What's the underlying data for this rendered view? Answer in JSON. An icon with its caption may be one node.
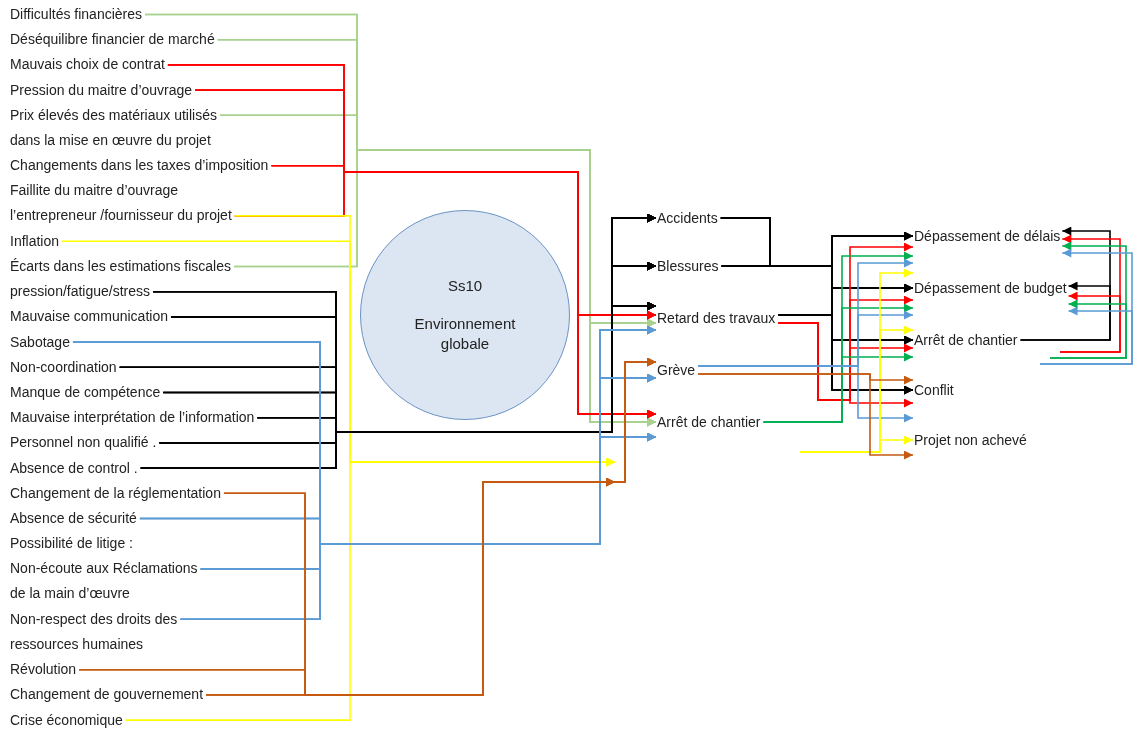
{
  "diagram": {
    "nodes": [
      {
        "text": [
          "Difficultés financières"
        ]
      },
      {
        "text": [
          "Déséquilibre financier de marché"
        ]
      },
      {
        "text": [
          "Mauvais choix de contrat"
        ]
      },
      {
        "text": [
          "Pression du maitre d’ouvrage"
        ]
      },
      {
        "text": [
          "Prix élevés des matériaux utilisés dans la mise en œuvre du projet"
        ]
      },
      {
        "text": [
          "Changements dans les taxes d’imposition"
        ]
      },
      {
        "text": [
          "Faillite du maitre d’ouvrage l’entrepreneur /fournisseur du projet"
        ]
      },
      {
        "text": [
          "Inflation"
        ]
      },
      {
        "text": [
          "Écarts dans les estimations fiscales"
        ]
      },
      {
        "text": [
          "pression/fatigue/stress"
        ]
      },
      {
        "text": [
          "Mauvaise communication"
        ]
      },
      {
        "text": [
          "Sabotage"
        ]
      },
      {
        "text": [
          "Non-coordination"
        ]
      },
      {
        "text": [
          "Manque de compétence"
        ]
      },
      {
        "text": [
          "Mauvaise interprétation de l’information"
        ]
      },
      {
        "text": [
          "Personnel non qualifié ."
        ]
      },
      {
        "text": [
          "Absence de control ."
        ]
      },
      {
        "text": [
          "Changement de la réglementation"
        ]
      },
      {
        "text": [
          "Absence de sécurité"
        ]
      },
      {
        "text": [
          "Possibilité de litige :"
        ]
      },
      {
        "text": [
          "Non-écoute aux Réclamations de la main d’œuvre"
        ]
      },
      {
        "text": [
          "Non-respect des droits des ressources humaines"
        ]
      },
      {
        "text": [
          "Révolution"
        ]
      },
      {
        "text": [
          "Changement de gouvernement"
        ]
      },
      {
        "text": [
          "Crise économique"
        ]
      },
      {
        "text": [
          "Ss10",
          "Environnement globale"
        ]
      },
      {
        "text": [
          "Accidents"
        ]
      },
      {
        "text": [
          "Blessures"
        ]
      },
      {
        "text": [
          "Retard des travaux"
        ]
      },
      {
        "text": [
          "Grève"
        ]
      },
      {
        "text": [
          "Arrêt de chantier"
        ]
      },
      {
        "text": [
          "Dépassement de délais"
        ]
      },
      {
        "text": [
          "Dépassement de budget"
        ]
      },
      {
        "text": [
          "Arrêt de chantier"
        ]
      },
      {
        "text": [
          "Conflit"
        ]
      },
      {
        "text": [
          "Projet non achevé"
        ]
      }
    ],
    "edges": [
      {
        "from": 0,
        "to": 28,
        "arrow": "to",
        "color": "#a9d18e"
      },
      {
        "from": 0,
        "to": 30,
        "arrow": "to",
        "color": "#a9d18e"
      },
      {
        "from": 1,
        "to": 28,
        "arrow": "to",
        "color": "#a9d18e"
      },
      {
        "from": 1,
        "to": 30,
        "arrow": "to",
        "color": "#a9d18e"
      },
      {
        "from": 4,
        "to": 28,
        "arrow": "to",
        "color": "#a9d18e"
      },
      {
        "from": 4,
        "to": 30,
        "arrow": "to",
        "color": "#a9d18e"
      },
      {
        "from": 8,
        "to": 28,
        "arrow": "to",
        "color": "#a9d18e"
      },
      {
        "from": 8,
        "to": 30,
        "arrow": "to",
        "color": "#a9d18e"
      },
      {
        "from": 2,
        "to": 28,
        "arrow": "to",
        "color": "#ff0000"
      },
      {
        "from": 2,
        "to": 30,
        "arrow": "to",
        "color": "#ff0000"
      },
      {
        "from": 3,
        "to": 28,
        "arrow": "to",
        "color": "#ff0000"
      },
      {
        "from": 3,
        "to": 30,
        "arrow": "to",
        "color": "#ff0000"
      },
      {
        "from": 5,
        "to": 28,
        "arrow": "to",
        "color": "#ff0000"
      },
      {
        "from": 5,
        "to": 30,
        "arrow": "to",
        "color": "#ff0000"
      },
      {
        "from": 6,
        "to": 28,
        "arrow": "to",
        "color": "#ff0000"
      },
      {
        "from": 6,
        "to": 30,
        "arrow": "to",
        "color": "#ff0000"
      },
      {
        "from": 6,
        "to": null,
        "arrow": "to",
        "color": "#ffff00"
      },
      {
        "from": 7,
        "to": null,
        "arrow": "to",
        "color": "#ffff00"
      },
      {
        "from": 24,
        "to": null,
        "arrow": "to",
        "color": "#ffff00"
      },
      {
        "from": 9,
        "to": 26,
        "arrow": "to"
      },
      {
        "from": 9,
        "to": 27,
        "arrow": "to"
      },
      {
        "from": 9,
        "to": 28,
        "arrow": "to"
      },
      {
        "from": 10,
        "to": 26,
        "arrow": "to"
      },
      {
        "from": 10,
        "to": 27,
        "arrow": "to"
      },
      {
        "from": 10,
        "to": 28,
        "arrow": "to"
      },
      {
        "from": 12,
        "to": 26,
        "arrow": "to"
      },
      {
        "from": 12,
        "to": 27,
        "arrow": "to"
      },
      {
        "from": 12,
        "to": 28,
        "arrow": "to"
      },
      {
        "from": 13,
        "to": 26,
        "arrow": "to"
      },
      {
        "from": 13,
        "to": 27,
        "arrow": "to"
      },
      {
        "from": 13,
        "to": 28,
        "arrow": "to"
      },
      {
        "from": 14,
        "to": 26,
        "arrow": "to"
      },
      {
        "from": 14,
        "to": 27,
        "arrow": "to"
      },
      {
        "from": 14,
        "to": 28,
        "arrow": "to"
      },
      {
        "from": 15,
        "to": 26,
        "arrow": "to"
      },
      {
        "from": 15,
        "to": 27,
        "arrow": "to"
      },
      {
        "from": 15,
        "to": 28,
        "arrow": "to"
      },
      {
        "from": 16,
        "to": 26,
        "arrow": "to"
      },
      {
        "from": 16,
        "to": 27,
        "arrow": "to"
      },
      {
        "from": 16,
        "to": 28,
        "arrow": "to"
      },
      {
        "from": 11,
        "to": 28,
        "arrow": "to",
        "color": "#5b9bd5"
      },
      {
        "from": 11,
        "to": 29,
        "arrow": "to",
        "color": "#5b9bd5"
      },
      {
        "from": 11,
        "to": 30,
        "arrow": "to",
        "color": "#5b9bd5"
      },
      {
        "from": 18,
        "to": 28,
        "arrow": "to",
        "color": "#5b9bd5"
      },
      {
        "from": 18,
        "to": 29,
        "arrow": "to",
        "color": "#5b9bd5"
      },
      {
        "from": 18,
        "to": 30,
        "arrow": "to",
        "color": "#5b9bd5"
      },
      {
        "from": 20,
        "to": 28,
        "arrow": "to",
        "color": "#5b9bd5"
      },
      {
        "from": 20,
        "to": 29,
        "arrow": "to",
        "color": "#5b9bd5"
      },
      {
        "from": 20,
        "to": 30,
        "arrow": "to",
        "color": "#5b9bd5"
      },
      {
        "from": 21,
        "to": 28,
        "arrow": "to",
        "color": "#5b9bd5"
      },
      {
        "from": 21,
        "to": 29,
        "arrow": "to",
        "color": "#5b9bd5"
      },
      {
        "from": 21,
        "to": 30,
        "arrow": "to",
        "color": "#5b9bd5"
      },
      {
        "from": 17,
        "to": 29,
        "arrow": "to",
        "color": "#c55a11"
      },
      {
        "from": 17,
        "to": null,
        "arrow": "to",
        "color": "#c55a11"
      },
      {
        "from": 22,
        "to": 29,
        "arrow": "to",
        "color": "#c55a11"
      },
      {
        "from": 22,
        "to": null,
        "arrow": "to",
        "color": "#c55a11"
      },
      {
        "from": 23,
        "to": 29,
        "arrow": "to",
        "color": "#c55a11"
      },
      {
        "from": 23,
        "to": null,
        "arrow": "to",
        "color": "#c55a11"
      },
      {
        "from": 26,
        "to": 31,
        "arrow": "to"
      },
      {
        "from": 26,
        "to": 32,
        "arrow": "to"
      },
      {
        "from": 26,
        "to": 33,
        "arrow": "to"
      },
      {
        "from": 26,
        "to": 34,
        "arrow": "to"
      },
      {
        "from": 27,
        "to": 31,
        "arrow": "to"
      },
      {
        "from": 27,
        "to": 32,
        "arrow": "to"
      },
      {
        "from": 27,
        "to": 33,
        "arrow": "to"
      },
      {
        "from": 27,
        "to": 34,
        "arrow": "to"
      },
      {
        "from": 28,
        "to": 31,
        "arrow": "to"
      },
      {
        "from": 28,
        "to": 32,
        "arrow": "to"
      },
      {
        "from": 28,
        "to": 33,
        "arrow": "to"
      },
      {
        "from": 28,
        "to": 34,
        "arrow": "to"
      },
      {
        "from": 28,
        "to": 31,
        "arrow": "to",
        "color": "#ff0000"
      },
      {
        "from": 28,
        "to": 32,
        "arrow": "to",
        "color": "#ff0000"
      },
      {
        "from": 28,
        "to": 33,
        "arrow": "to",
        "color": "#ff0000"
      },
      {
        "from": 28,
        "to": 34,
        "arrow": "to",
        "color": "#ff0000"
      },
      {
        "from": 30,
        "to": 31,
        "arrow": "to",
        "color": "#00b050"
      },
      {
        "from": 30,
        "to": 32,
        "arrow": "to",
        "color": "#00b050"
      },
      {
        "from": 30,
        "to": 33,
        "arrow": "to",
        "color": "#00b050"
      },
      {
        "from": 29,
        "to": 31,
        "arrow": "to",
        "color": "#5b9bd5"
      },
      {
        "from": 29,
        "to": 32,
        "arrow": "to",
        "color": "#5b9bd5"
      },
      {
        "from": 29,
        "to": 34,
        "arrow": "to",
        "color": "#5b9bd5"
      },
      {
        "from": null,
        "to": 31,
        "arrow": "to",
        "color": "#ffff00"
      },
      {
        "from": null,
        "to": 33,
        "arrow": "to",
        "color": "#ffff00"
      },
      {
        "from": null,
        "to": 35,
        "arrow": "to",
        "color": "#ffff00"
      },
      {
        "from": 29,
        "to": 34,
        "arrow": "to",
        "color": "#c55a11"
      },
      {
        "from": 29,
        "to": 35,
        "arrow": "to",
        "color": "#c55a11"
      },
      {
        "from": 33,
        "to": 31,
        "arrow": "to"
      },
      {
        "from": 33,
        "to": 32,
        "arrow": "to"
      },
      {
        "from": null,
        "to": 31,
        "arrow": "to",
        "color": "#ff0000"
      },
      {
        "from": null,
        "to": 32,
        "arrow": "to",
        "color": "#ff0000"
      },
      {
        "from": null,
        "to": 31,
        "arrow": "to",
        "color": "#00b050"
      },
      {
        "from": null,
        "to": 32,
        "arrow": "to",
        "color": "#00b050"
      },
      {
        "from": null,
        "to": 31,
        "arrow": "to",
        "color": "#5b9bd5"
      },
      {
        "from": null,
        "to": 32,
        "arrow": "to",
        "color": "#5b9bd5"
      }
    ]
  }
}
